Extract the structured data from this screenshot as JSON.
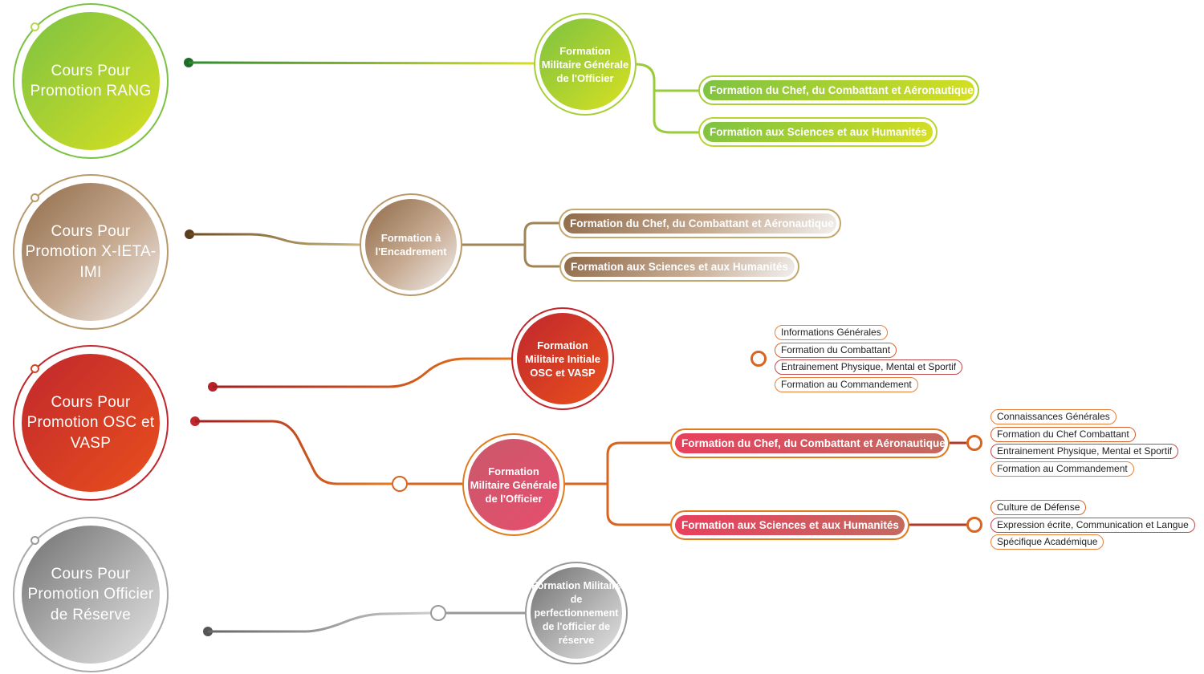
{
  "colors": {
    "green": "#7cc242",
    "brown": "#8f6a48",
    "red": "#c1272d",
    "orange": "#e87a1c",
    "gray": "#8a8a8a"
  },
  "rows": [
    {
      "course": "Cours Pour Promotion RANG",
      "formation": "Formation Militaire Générale de l'Officier",
      "branches": [
        "Formation du Chef, du Combattant et Aéronautique",
        "Formation aux Sciences et aux Humanités"
      ]
    },
    {
      "course": "Cours Pour Promotion X-IETA-IMI",
      "formation": "Formation à l'Encadrement",
      "branches": [
        "Formation du Chef, du Combattant et Aéronautique",
        "Formation aux Sciences et aux Humanités"
      ]
    },
    {
      "course": "Cours Pour Promotion OSC et VASP",
      "formation_a": "Formation Militaire Initiale OSC et VASP",
      "items_a": [
        "Informations Générales",
        "Formation du Combattant",
        "Entrainement Physique, Mental et Sportif",
        "Formation au Commandement"
      ],
      "formation_b": "Formation Militaire Générale de l'Officier",
      "branches": [
        {
          "label": "Formation du Chef, du Combattant et Aéronautique",
          "items": [
            "Connaissances Générales",
            "Formation du Chef Combattant",
            "Entrainement Physique, Mental et Sportif",
            "Formation au Commandement"
          ]
        },
        {
          "label": "Formation aux Sciences et aux Humanités",
          "items": [
            "Culture de Défense",
            "Expression écrite, Communication et Langue",
            "Spécifique Académique"
          ]
        }
      ]
    },
    {
      "course": "Cours Pour Promotion Officier de Réserve",
      "formation": "Formation Militaire de perfectionnement de l'officier de réserve"
    }
  ]
}
